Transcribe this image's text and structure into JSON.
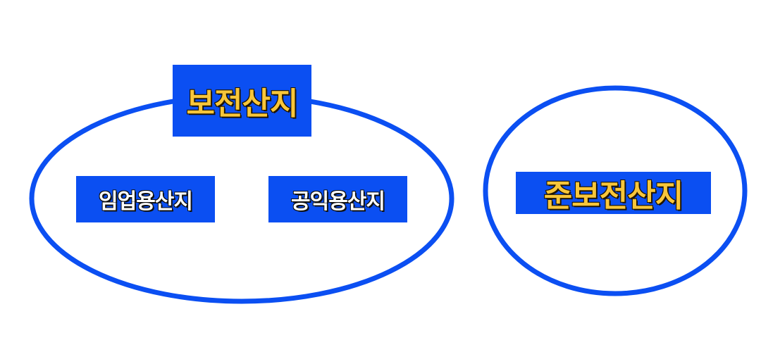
{
  "diagram": {
    "colors": {
      "outline": "#0b4ff2",
      "box_fill": "#0b4ff2",
      "main_label_text": "#f8c63a",
      "sub_label_text": "#ffffff",
      "background": "#ffffff"
    },
    "left_group": {
      "title": "보전산지",
      "children": [
        "임업용산지",
        "공익용산지"
      ]
    },
    "right_group": {
      "title": "준보전산지"
    }
  }
}
